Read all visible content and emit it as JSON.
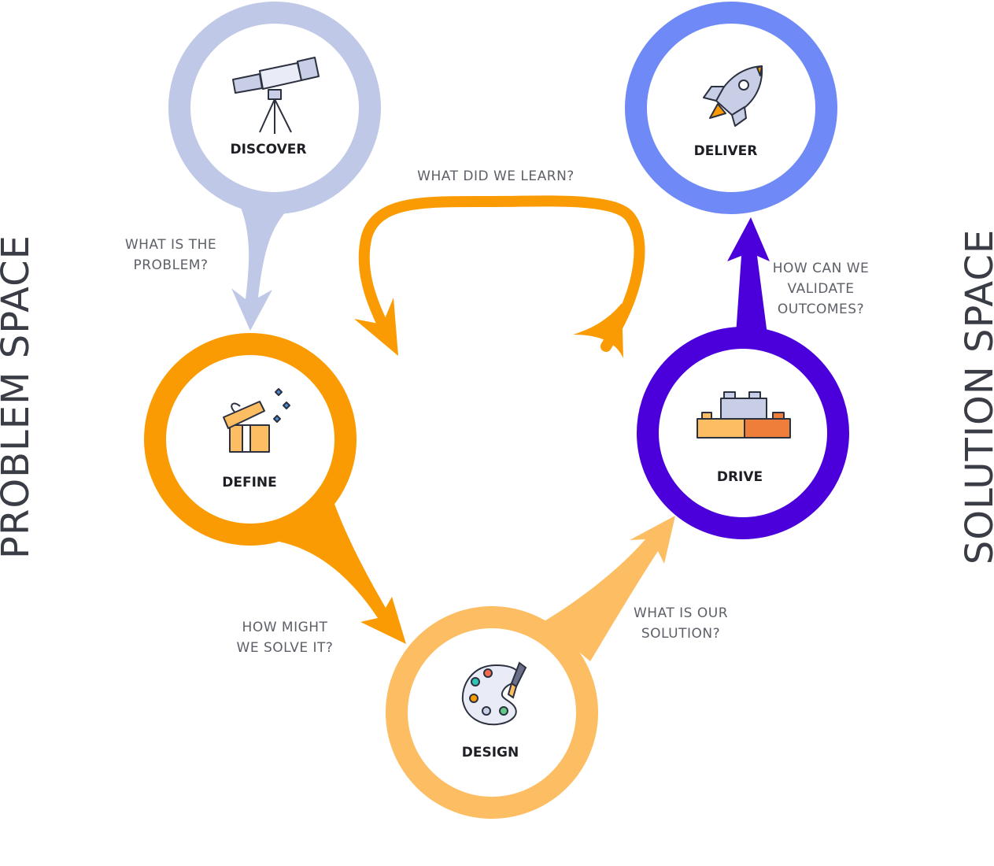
{
  "side_labels": {
    "left": "PROBLEM SPACE",
    "right": "SOLUTION SPACE"
  },
  "nodes": [
    {
      "id": "discover",
      "label": "DISCOVER",
      "icon": "telescope-icon",
      "color": "#bfc8e6"
    },
    {
      "id": "define",
      "label": "DEFINE",
      "icon": "gift-box-icon",
      "color": "#fb9b03"
    },
    {
      "id": "design",
      "label": "DESIGN",
      "icon": "palette-icon",
      "color": "#fdbd62"
    },
    {
      "id": "drive",
      "label": "DRIVE",
      "icon": "building-blocks-icon",
      "color": "#4b00db"
    },
    {
      "id": "deliver",
      "label": "DELIVER",
      "icon": "rocket-icon",
      "color": "#6f8af7"
    }
  ],
  "questions": {
    "problem_line1": "WHAT IS THE",
    "problem_line2": "PROBLEM?",
    "learn": "WHAT DID WE LEARN?",
    "solve_line1": "HOW MIGHT",
    "solve_line2": "WE SOLVE IT?",
    "solution_line1": "WHAT IS OUR",
    "solution_line2": "SOLUTION?",
    "validate_line1": "HOW CAN WE",
    "validate_line2": "VALIDATE",
    "validate_line3": "OUTCOMES?"
  }
}
